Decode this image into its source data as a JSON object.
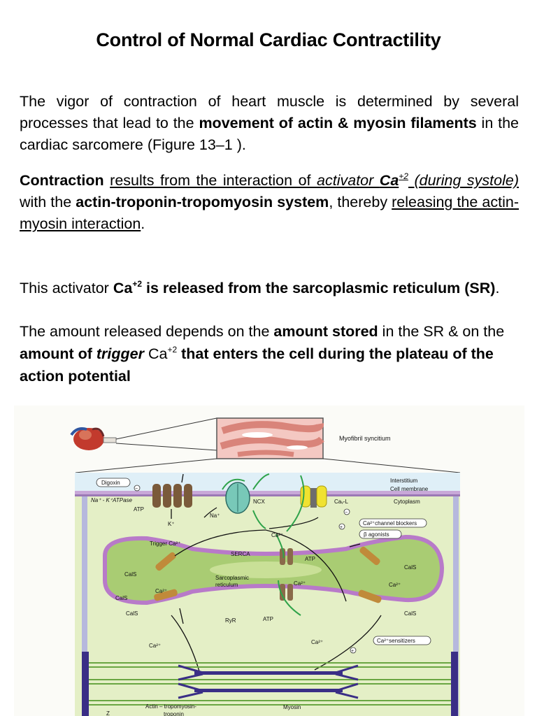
{
  "title": "Control of Normal Cardiac Contractility",
  "p1": {
    "t1": "The vigor of contraction of heart muscle is determined by several processes that lead to the ",
    "b1": "movement of actin & myosin filaments",
    "t2": " in the cardiac sarcomere (Figure 13–1 )."
  },
  "p2": {
    "b1": "Contraction",
    "sp1": " ",
    "u1": "results from the interaction of ",
    "ui1": "activator ",
    "uib1": "Ca",
    "sup1": "+2",
    "ui2": " (during systole)",
    "t1": " with the ",
    "b2": "actin-troponin-tropomyosin system",
    "t2": ", thereby ",
    "u2": "releasing the actin-myosin interaction",
    "t3": "."
  },
  "p3": {
    "t1": "This activator ",
    "b1": "Ca",
    "sup1": "+2",
    "b2": " is released from the sarcoplasmic reticulum (SR)",
    "t2": "."
  },
  "p4": {
    "t1": "The amount released depends on the ",
    "b1": "amount stored",
    "t2": " in the SR & on the ",
    "b2": "amount of ",
    "bi1": "trigger",
    "t3": " Ca",
    "sup1": "+",
    "sup2": "2",
    "b3": " that enters the cell during the plateau of the action potential"
  },
  "figure": {
    "myofibril": "Myofibril syncitium",
    "digoxin": "Digoxin",
    "interstitium": "Interstitium",
    "cell_membrane": "Cell membrane",
    "cytoplasm": "Cytoplasm",
    "na_k_atpase": "Na⁺ - K⁺ATPase",
    "atp": "ATP",
    "na": "Na⁺",
    "k": "K⁺",
    "ncx": "NCX",
    "ca_l": "Caᵥ-L",
    "ca_channel_blockers": "Ca²⁺channel blockers",
    "beta_agonists": "β agonists",
    "trigger_ca": "Trigger Ca²⁺",
    "ca2": "Ca²⁺",
    "serca": "SERCA",
    "cals": "CalS",
    "sr_line1": "Sarcoplasmic",
    "sr_line2": "reticulum",
    "ryr": "RyR",
    "ca_sensitizers": "Ca²⁺sensitizers",
    "actin_tropomyosin": "Actin – tropomyosin-",
    "troponin": "troponin",
    "myosin": "Myosin",
    "z": "Z",
    "minus": "−",
    "plus": "+"
  }
}
